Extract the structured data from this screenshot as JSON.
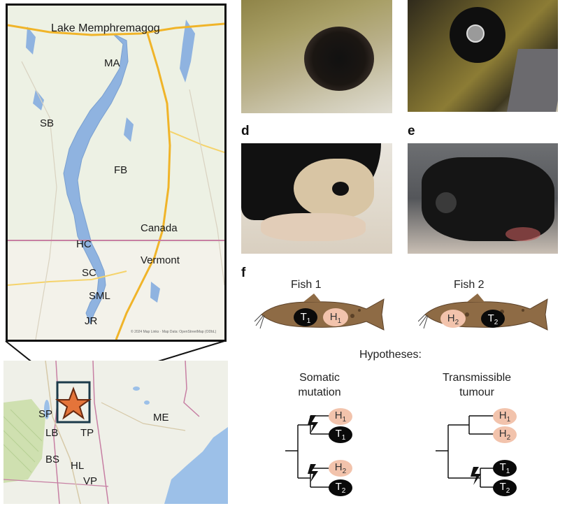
{
  "map_main": {
    "labels": {
      "lake": "Lake Memphremagog",
      "ma": "MA",
      "sb": "SB",
      "fb": "FB",
      "canada": "Canada",
      "hc": "HC",
      "vermont": "Vermont",
      "sc": "SC",
      "sml": "SML",
      "jr": "JR"
    },
    "attribution": "© 2024 Map Links · Map Data: OpenStreetMap (ODbL)"
  },
  "map_inset": {
    "labels": {
      "sp": "SP",
      "lb": "LB",
      "tp": "TP",
      "me": "ME",
      "bs": "BS",
      "hl": "HL",
      "vp": "VP"
    }
  },
  "panels": {
    "d": "d",
    "e": "e",
    "f": "f"
  },
  "fish": {
    "fish1": {
      "title": "Fish 1",
      "t_base": "T",
      "t_sub": "1",
      "h_base": "H",
      "h_sub": "1"
    },
    "fish2": {
      "title": "Fish 2",
      "h_base": "H",
      "h_sub": "2",
      "t_base": "T",
      "t_sub": "2"
    }
  },
  "hypotheses": {
    "heading": "Hypotheses:",
    "somatic": {
      "line1": "Somatic",
      "line2": "mutation"
    },
    "transmissible": {
      "line1": "Transmissible",
      "line2": "tumour"
    }
  },
  "tree_nodes": {
    "base_h": "H",
    "base_t": "T",
    "sub1": "1",
    "sub2": "2"
  }
}
